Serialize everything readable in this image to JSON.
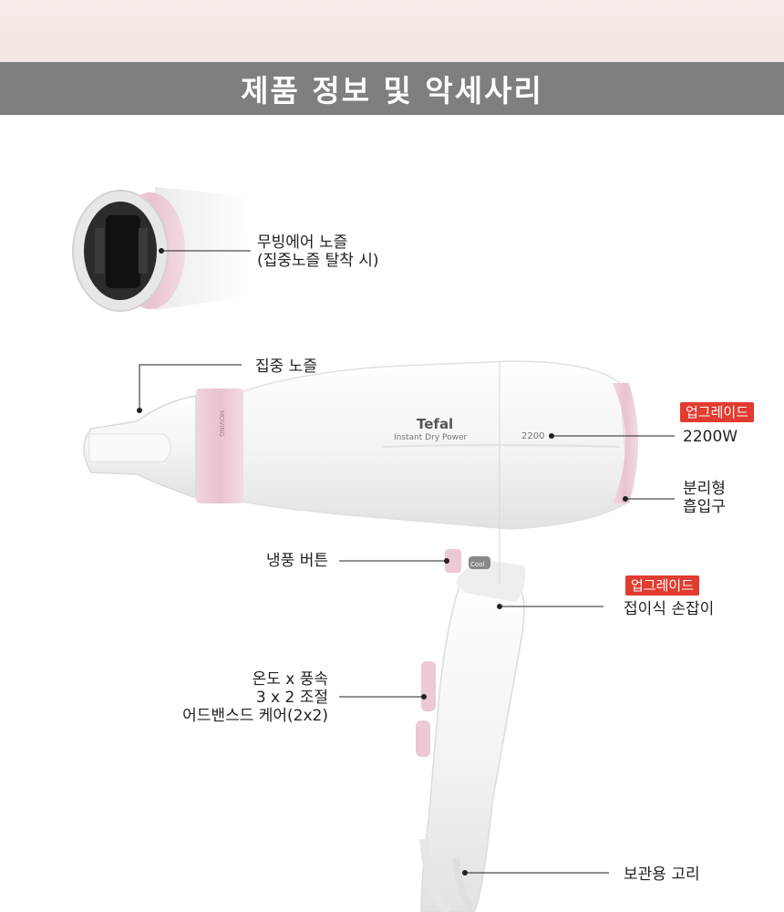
{
  "header": {
    "title": "제품 정보 및 악세사리"
  },
  "product": {
    "brand": "Tefal",
    "model": "Instant Dry Power",
    "wattage_mark": "2200",
    "cool_mark": "Cool",
    "ring_mark": "MOVING"
  },
  "callouts": {
    "moving_air_nozzle": {
      "line1": "무빙에어 노즐",
      "line2": "(집중노즐 탈착 시)"
    },
    "concentrator": {
      "label": "집중 노즐"
    },
    "power": {
      "badge": "업그레이드",
      "label": "2200W"
    },
    "intake": {
      "line1": "분리형",
      "line2": "흡입구"
    },
    "cool_button": {
      "label": "냉풍 버튼"
    },
    "folding_handle": {
      "badge": "업그레이드",
      "label": "접이식 손잡이"
    },
    "settings": {
      "line1": "온도 x 풍속",
      "line2": "3 x 2 조절",
      "line3": "어드밴스드 케어(2x2)"
    },
    "hang_loop": {
      "label": "보관용 고리"
    }
  },
  "colors": {
    "title_bar": "#7f7f7f",
    "badge": "#e23b2f",
    "accent_pink": "#e9c3cf",
    "body_white": "#f6f6f6"
  }
}
